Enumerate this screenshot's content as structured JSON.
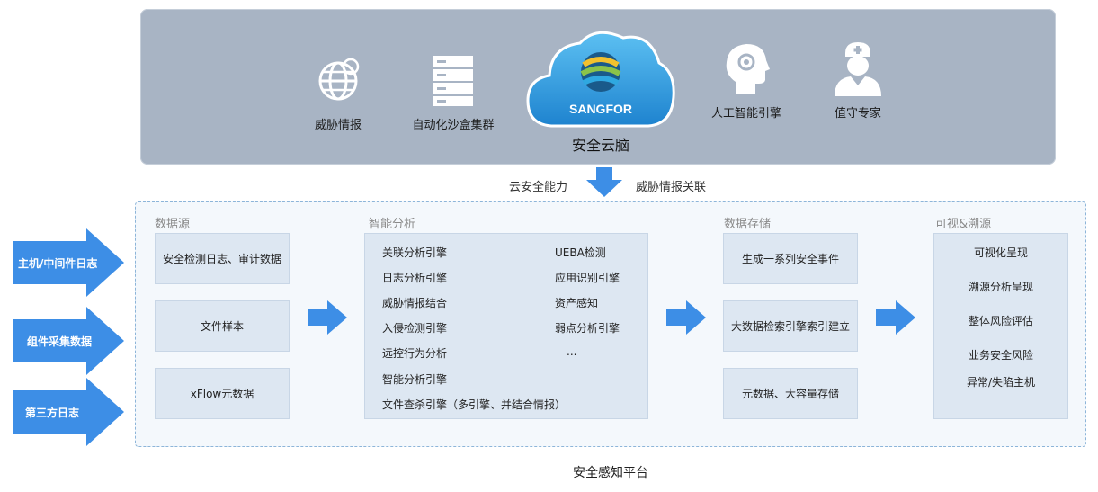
{
  "brain": {
    "items": [
      {
        "label": "威胁情报",
        "icon": "globe-icon"
      },
      {
        "label": "自动化沙盒集群",
        "icon": "server-icon"
      },
      {
        "label": "人工智能引擎",
        "icon": "ai-head-icon"
      },
      {
        "label": "值守专家",
        "icon": "doctor-icon"
      }
    ],
    "logo_text": "SANGFOR",
    "title": "安全云脑"
  },
  "connector": {
    "left_label": "云安全能力",
    "right_label": "威胁情报关联"
  },
  "inputs": [
    {
      "label": "主机/中间件日志"
    },
    {
      "label": "组件采集数据"
    },
    {
      "label": "第三方日志"
    }
  ],
  "platform": {
    "title": "安全感知平台",
    "data_source": {
      "title": "数据源",
      "boxes": [
        "安全检测日志、审计数据",
        "文件样本",
        "xFlow元数据"
      ]
    },
    "analysis": {
      "title": "智能分析",
      "left": [
        "关联分析引擎",
        "日志分析引擎",
        "威胁情报结合",
        "入侵检测引擎",
        "远控行为分析",
        "智能分析引擎",
        "文件查杀引擎（多引擎、并结合情报）"
      ],
      "right": [
        "UEBA检测",
        "应用识别引擎",
        "资产感知",
        "弱点分析引擎",
        "..."
      ]
    },
    "storage": {
      "title": "数据存储",
      "boxes": [
        "生成一系列安全事件",
        "大数据检索引擎索引建立",
        "元数据、大容量存储"
      ]
    },
    "visual": {
      "title": "可视&溯源",
      "items": [
        "可视化呈现",
        "溯源分析呈现",
        "整体风险评估",
        "业务安全风险",
        "异常/失陷主机"
      ]
    }
  },
  "colors": {
    "panel_bg": "#a8b4c4",
    "arrow_blue": "#3d8ee6",
    "cloud_blue": "#2f97de",
    "box_bg": "#dde7f2"
  }
}
